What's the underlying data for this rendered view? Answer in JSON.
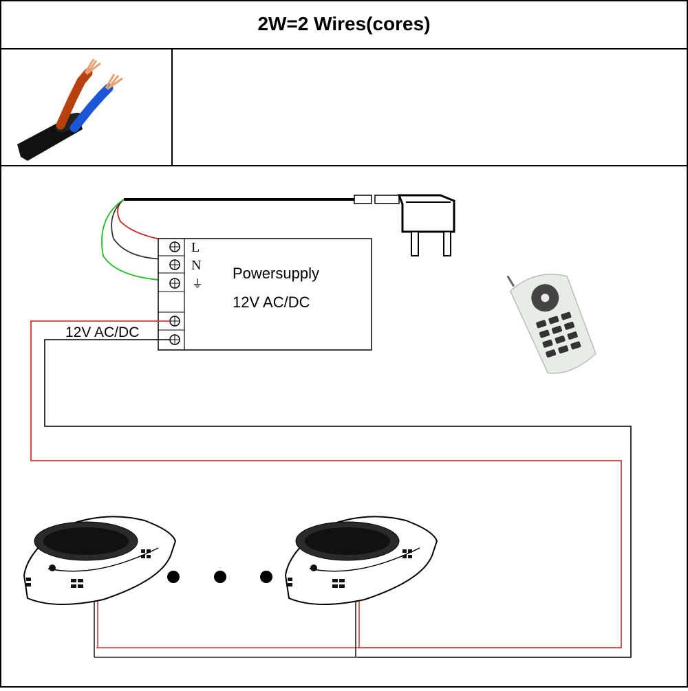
{
  "header": {
    "title": "2W=2 Wires(cores)"
  },
  "cable_photo": {
    "icon": "two-core-cable-icon",
    "colors": {
      "sheath": "#111111",
      "core_a": "#b8420f",
      "core_b": "#1a56d6",
      "copper": "#e8a070"
    }
  },
  "power_supply": {
    "title": "Powersupply",
    "rating": "12V AC/DC",
    "terminals": {
      "live": "L",
      "neutral": "N",
      "earth": "⏚"
    },
    "output_label": "12V AC/DC"
  },
  "plug": {
    "icon": "mains-plug-icon"
  },
  "remote": {
    "icon": "rf-remote-control-icon"
  },
  "lights": {
    "icon": "pool-light-icon",
    "count_shown": 2,
    "ellipsis": "• • •"
  },
  "wire_colors": {
    "live": "#cc2222",
    "neutral": "#333333",
    "earth": "#22bb22",
    "positive": "#dd3333",
    "negative": "#222222"
  }
}
